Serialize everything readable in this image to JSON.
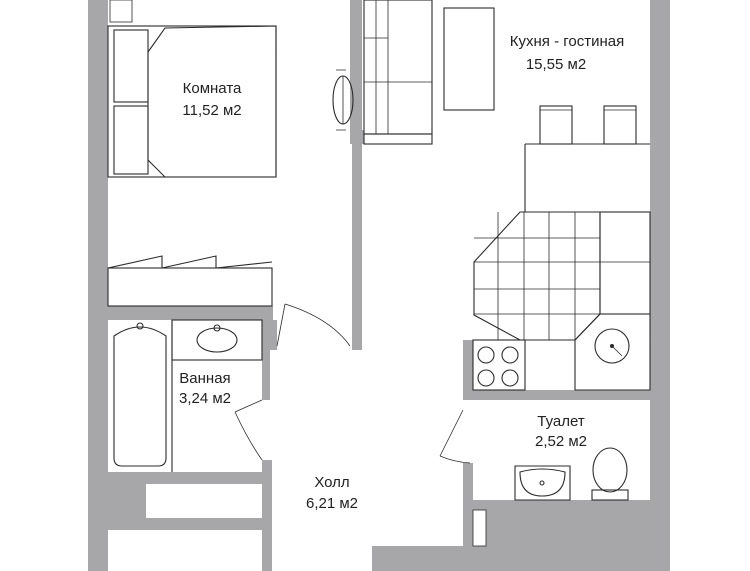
{
  "rooms": {
    "room": {
      "name": "Комната",
      "area": "11,52 м2"
    },
    "kitchen": {
      "name": "Кухня - гостиная",
      "area": "15,55 м2"
    },
    "bathroom": {
      "name": "Ванная",
      "area": "3,24 м2"
    },
    "toilet": {
      "name": "Туалет",
      "area": "2,52 м2"
    },
    "hall": {
      "name": "Холл",
      "area": "6,21 м2"
    }
  },
  "colors": {
    "wall": "#a7a7a9",
    "line": "#2b2b2b"
  }
}
